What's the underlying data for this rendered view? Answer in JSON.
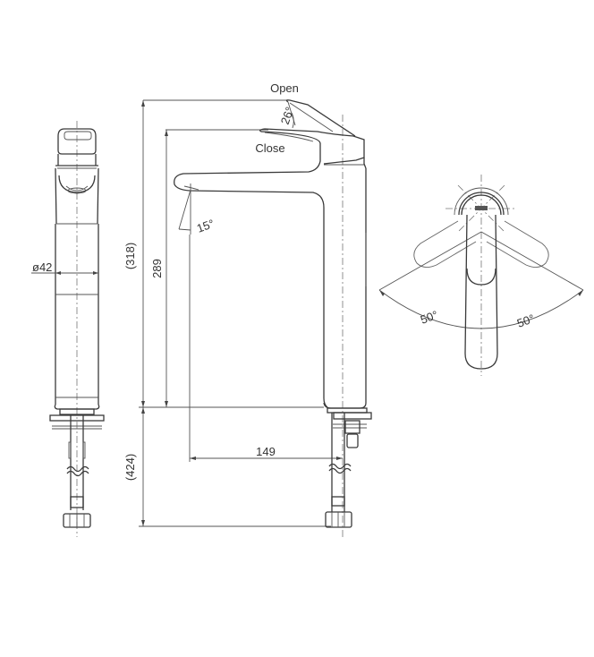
{
  "drawing": {
    "title": "Basin faucet dimension drawing",
    "views": [
      "side-view",
      "front-view",
      "top-view"
    ],
    "labels": {
      "open": "Open",
      "close": "Close",
      "lever_angle": "26°",
      "spout_angle": "15°",
      "diameter": "ø42",
      "overall_height": "(318)",
      "spout_height": "289",
      "hose_length": "(424)",
      "spout_reach": "149",
      "rotation_left": "50°",
      "rotation_right": "50°"
    }
  }
}
